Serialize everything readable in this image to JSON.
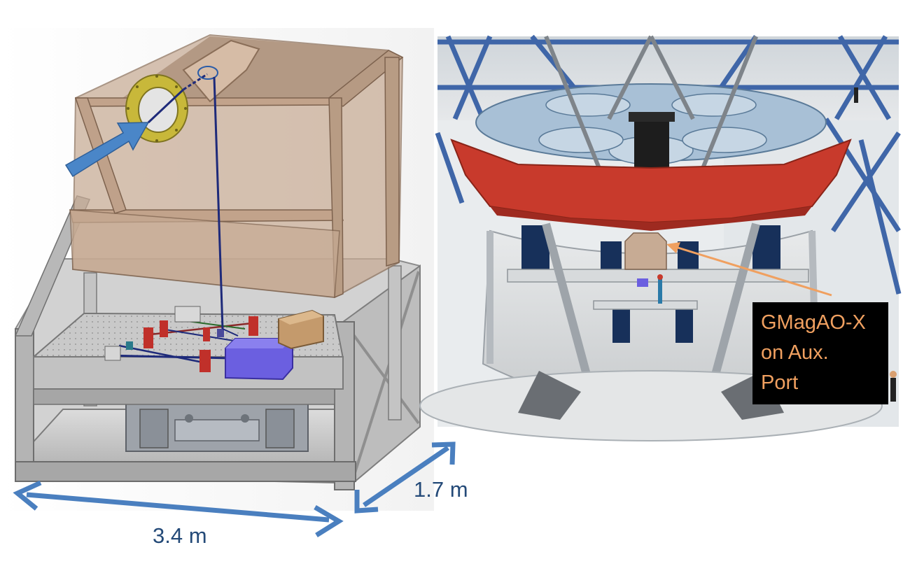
{
  "dimensions": {
    "width_label": "3.4 m",
    "depth_label": "1.7 m"
  },
  "callout": {
    "lines": [
      "GMagAO-X",
      "on Aux.",
      "Port"
    ],
    "text_color": "#f0a060",
    "arrow_color": "#f0a060",
    "box_color": "#000000"
  },
  "colors": {
    "dimension_arrow": "#4a7fbf",
    "light_arrow": "#4a86c8",
    "enclosure": "#c7ab94",
    "frame": "#b9b9b9",
    "telescope_red": "#c83a2c",
    "telescope_truss": "#3f66a8",
    "beam_line": "#1e2a7a",
    "instrument_box": "#6b5fe0",
    "electronics_box": "#c49a6c"
  },
  "icons": {
    "incoming_light": "arrow-icon",
    "fiber_flange": "flange-icon"
  }
}
